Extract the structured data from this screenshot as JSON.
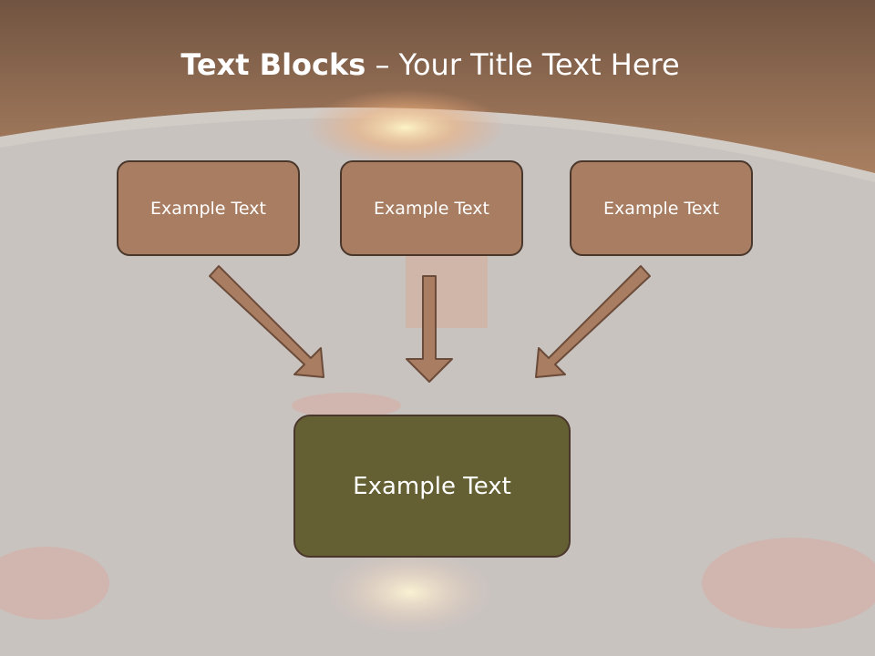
{
  "slide": {
    "title_bold": "Text Blocks",
    "title_rest": " – Your Title Text Here"
  },
  "boxes": {
    "left": "Example Text",
    "center": "Example Text",
    "right": "Example Text",
    "bottom": "Example Text"
  },
  "colors": {
    "header_band": "#9c7458",
    "box_fill": "#a87d61",
    "box_border": "#4a372c",
    "main_box_fill": "#656033",
    "arrow_fill": "#a87d61",
    "background": "#c9c3c0"
  }
}
